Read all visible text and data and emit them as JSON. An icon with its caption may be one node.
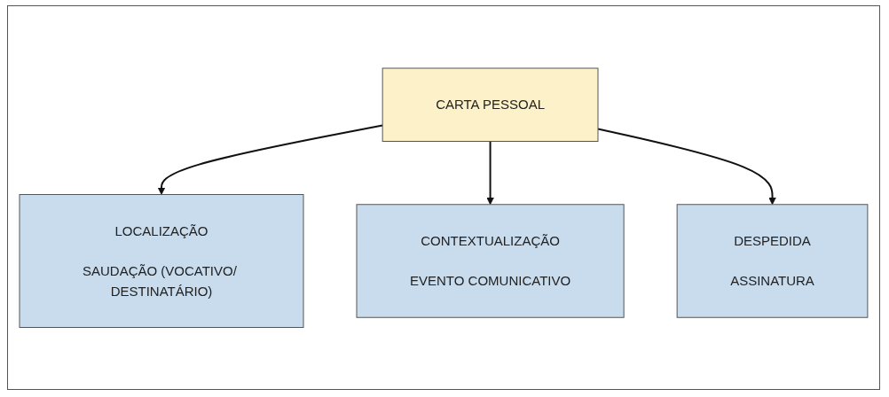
{
  "diagram": {
    "nodes": [
      {
        "text": [
          "CARTA PESSOAL"
        ]
      },
      {
        "text": [
          "LOCALIZAÇÃO",
          "SAUDAÇÃO (VOCATIVO/ DESTINATÁRIO)"
        ]
      },
      {
        "text": [
          "CONTEXTUALIZAÇÃO",
          "EVENTO COMUNICATIVO"
        ]
      },
      {
        "text": [
          "DESPEDIDA",
          "ASSINATURA"
        ]
      }
    ],
    "edges": [
      {
        "from": 0,
        "to": 1,
        "arrow": "to"
      },
      {
        "from": 0,
        "to": 2,
        "arrow": "to"
      },
      {
        "from": 0,
        "to": 3,
        "arrow": "to"
      }
    ]
  }
}
